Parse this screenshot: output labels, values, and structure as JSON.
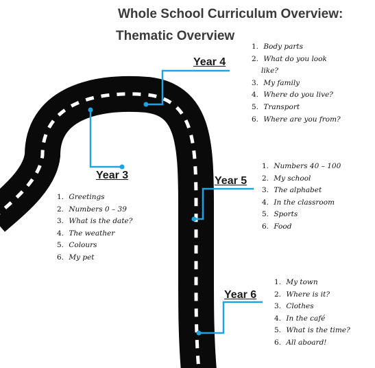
{
  "header": {
    "title_line1": "Whole School Curriculum Overview:",
    "title_line2": "Thematic Overview"
  },
  "colors": {
    "road": "#0a0a0a",
    "road_dash": "#ffffff",
    "connector": "#1fa3e0",
    "title": "#3a3a3a"
  },
  "years": [
    {
      "label": "Year 3",
      "topics": [
        {
          "num": "1.",
          "text": "Greetings"
        },
        {
          "num": "2.",
          "text": "Numbers 0 – 39"
        },
        {
          "num": "3.",
          "text": "What is the date?"
        },
        {
          "num": "4.",
          "text": "The weather"
        },
        {
          "num": "5.",
          "text": "Colours"
        },
        {
          "num": "6.",
          "text": "My pet"
        }
      ]
    },
    {
      "label": "Year 4",
      "topics": [
        {
          "num": "1.",
          "text": "Body parts"
        },
        {
          "num": "2.",
          "text": "What do you look",
          "text_cont": "like?"
        },
        {
          "num": "3.",
          "text": "My family"
        },
        {
          "num": "4.",
          "text": "Where do you live?"
        },
        {
          "num": "5.",
          "text": "Transport"
        },
        {
          "num": "6.",
          "text": "Where are you from?"
        }
      ]
    },
    {
      "label": "Year 5",
      "topics": [
        {
          "num": "1.",
          "text": "Numbers 40 – 100"
        },
        {
          "num": "2.",
          "text": "My school"
        },
        {
          "num": "3.",
          "text": "The alphabet"
        },
        {
          "num": "4.",
          "text": "In the classroom"
        },
        {
          "num": "5.",
          "text": "Sports"
        },
        {
          "num": "6.",
          "text": "Food"
        }
      ]
    },
    {
      "label": "Year 6",
      "topics": [
        {
          "num": "1.",
          "text": "My town"
        },
        {
          "num": "2.",
          "text": "Where is it?"
        },
        {
          "num": "3.",
          "text": "Clothes"
        },
        {
          "num": "4.",
          "text": "In the café"
        },
        {
          "num": "5.",
          "text": "What is the time?"
        },
        {
          "num": "6.",
          "text": "All aboard!"
        }
      ]
    }
  ]
}
